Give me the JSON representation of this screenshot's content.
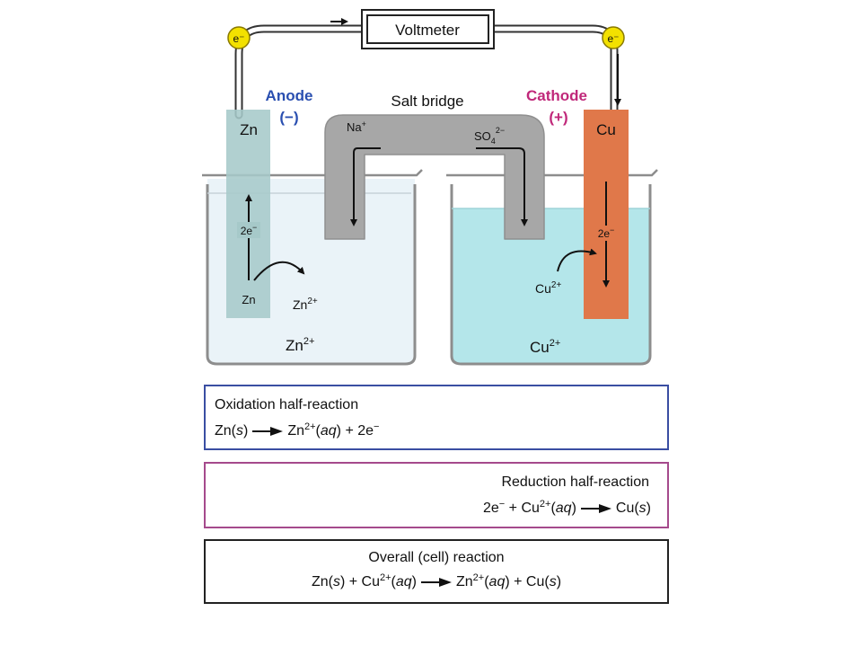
{
  "colors": {
    "anode_label": "#2a4fb0",
    "cathode_label": "#c0287a",
    "zinc_electrode": "#a6c9c9",
    "copper_electrode": "#e0784a",
    "salt_bridge": "#a7a7a7",
    "cuso4_solution": "#b4e6ea",
    "znso4_solution": "#eaf3f8",
    "electron_ball": "#f3e100",
    "oxidation_border": "#3a4ea2",
    "reduction_border": "#a54a8c",
    "overall_border": "#222222"
  },
  "icons": {
    "electron_symbol": "e⁻"
  },
  "cell": {
    "voltmeter_label": "Voltmeter",
    "anode_label": "Anode",
    "anode_sign": "(−)",
    "cathode_label": "Cathode",
    "cathode_sign": "(+)",
    "salt_bridge_label": "Salt bridge",
    "anode_metal": "Zn",
    "cathode_metal": "Cu",
    "na_ion": "Na",
    "sulfate_main": "SO",
    "sulfate_sub": "4",
    "sulfate_charge": "2−",
    "electron_flow_left": "2e",
    "electron_flow_right": "2e",
    "electron_charge": "−",
    "left_atom": "Zn",
    "left_ion_symbol": "Zn",
    "left_ion_charge": "2+",
    "left_solution_ion": "Zn",
    "left_solution_charge": "2+",
    "right_ion_symbol": "Cu",
    "right_ion_charge": "2+",
    "right_solution_ion": "Cu",
    "right_solution_charge": "2+"
  },
  "oxidation": {
    "title": "Oxidation half-reaction",
    "lhs_species": "Zn(",
    "lhs_state": "s",
    "lhs_close": ")",
    "rhs_species": "Zn",
    "rhs_charge": "2+",
    "rhs_open": "(",
    "rhs_state": "aq",
    "rhs_rest": ") + 2e",
    "electron_charge": "−"
  },
  "reduction": {
    "title": "Reduction half-reaction",
    "lhs_electrons": "2e",
    "lhs_electron_charge": "−",
    "lhs_plus": " + Cu",
    "lhs_charge": "2+",
    "lhs_open": "(",
    "lhs_state": "aq",
    "lhs_close": ")",
    "rhs_species": "Cu(",
    "rhs_state": "s",
    "rhs_close": ")"
  },
  "overall": {
    "title": "Overall (cell) reaction",
    "lhs_a": "Zn(",
    "lhs_a_state": "s",
    "lhs_b": ") + Cu",
    "lhs_b_charge": "2+",
    "lhs_b_open": "(",
    "lhs_b_state": "aq",
    "lhs_close": ")",
    "rhs_a": "Zn",
    "rhs_a_charge": "2+",
    "rhs_a_open": "(",
    "rhs_a_state": "aq",
    "rhs_b": ") + Cu(",
    "rhs_b_state": "s",
    "rhs_close": ")"
  }
}
